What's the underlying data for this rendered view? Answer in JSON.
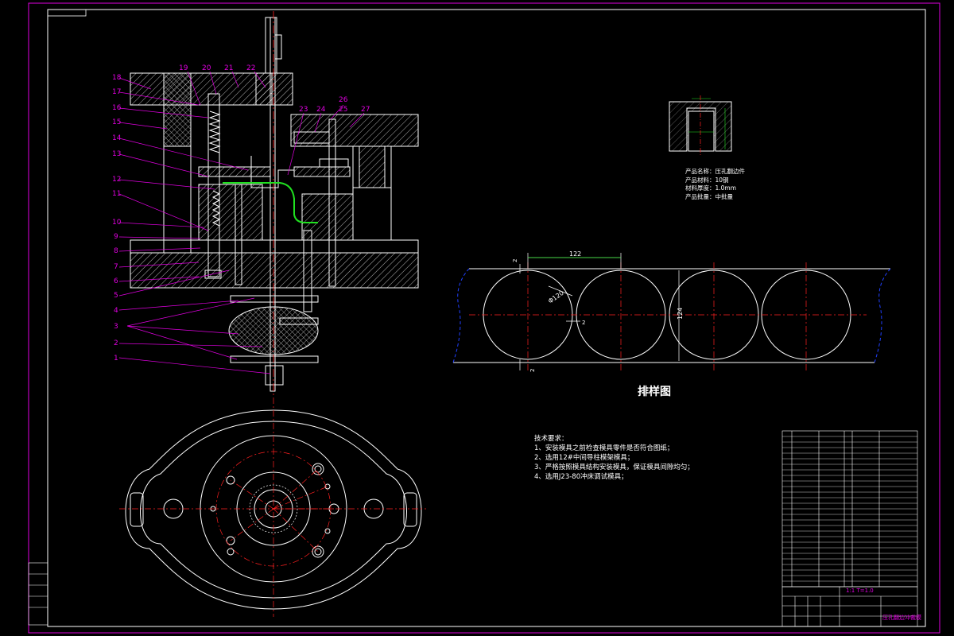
{
  "drawing": {
    "layout_title": "排样图",
    "thickness_note": "1:1  T=1.0",
    "title_block_name": "压孔翻边冲裁模",
    "part_numbers": [
      "1",
      "2",
      "3",
      "4",
      "5",
      "6",
      "7",
      "8",
      "9",
      "10",
      "11",
      "12",
      "13",
      "14",
      "15",
      "16",
      "17",
      "18",
      "19",
      "20",
      "21",
      "22",
      "23",
      "24",
      "25",
      "26",
      "27"
    ],
    "dimensions": {
      "pitch": "122",
      "diameter": "Φ120",
      "strip_width": "124",
      "edge_top": "2",
      "edge_mid": "2",
      "edge_bottom": "2"
    },
    "product_info": [
      "产品名称：压孔翻边件",
      "产品材料：10钢",
      "材料厚度：1.0mm",
      "产品批量：中批量"
    ],
    "tech_requirements": {
      "title": "技术要求：",
      "items": [
        "1、安装模具之前检查模具零件是否符合图纸；",
        "2、选用12#中间导柱模架模具；",
        "3、严格按照模具结构安装模具，保证模具间隙均匀；",
        "4、选用J23-80冲床调试模具；"
      ]
    }
  },
  "colors": {
    "background": "#000000",
    "line": "#ffffff",
    "label": "#e000e0",
    "center": "#ff2020",
    "product": "#20e020",
    "hatch": "#ffffff",
    "blue": "#2040ff"
  }
}
